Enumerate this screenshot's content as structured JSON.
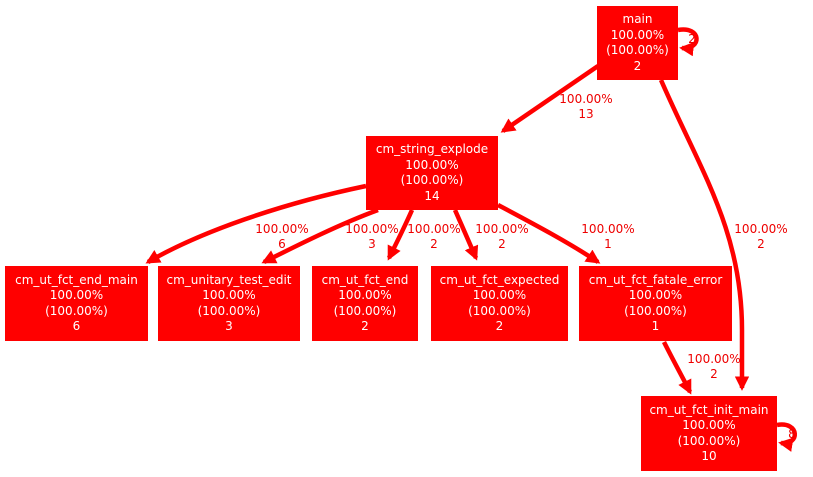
{
  "colors": {
    "node_fill": "#ff0000",
    "edge": "#ff0000",
    "node_text": "#ffffff",
    "edge_text": "#ee0000"
  },
  "nodes": {
    "main": {
      "name": "main",
      "pct": "100.00%",
      "pct2": "(100.00%)",
      "calls": "2"
    },
    "explode": {
      "name": "cm_string_explode",
      "pct": "100.00%",
      "pct2": "(100.00%)",
      "calls": "14"
    },
    "end_main": {
      "name": "cm_ut_fct_end_main",
      "pct": "100.00%",
      "pct2": "(100.00%)",
      "calls": "6"
    },
    "unitary": {
      "name": "cm_unitary_test_edit",
      "pct": "100.00%",
      "pct2": "(100.00%)",
      "calls": "3"
    },
    "fct_end": {
      "name": "cm_ut_fct_end",
      "pct": "100.00%",
      "pct2": "(100.00%)",
      "calls": "2"
    },
    "expected": {
      "name": "cm_ut_fct_expected",
      "pct": "100.00%",
      "pct2": "(100.00%)",
      "calls": "2"
    },
    "fatale": {
      "name": "cm_ut_fct_fatale_error",
      "pct": "100.00%",
      "pct2": "(100.00%)",
      "calls": "1"
    },
    "init_main": {
      "name": "cm_ut_fct_init_main",
      "pct": "100.00%",
      "pct2": "(100.00%)",
      "calls": "10"
    }
  },
  "edges": {
    "main_explode": {
      "pct": "100.00%",
      "calls": "13"
    },
    "main_init": {
      "pct": "100.00%",
      "calls": "2"
    },
    "explode_endmain": {
      "pct": "100.00%",
      "calls": "6"
    },
    "explode_unitary": {
      "pct": "100.00%",
      "calls": "3"
    },
    "explode_fctend": {
      "pct": "100.00%",
      "calls": "2"
    },
    "explode_expected": {
      "pct": "100.00%",
      "calls": "2"
    },
    "explode_fatale": {
      "pct": "100.00%",
      "calls": "1"
    },
    "fatale_init": {
      "pct": "100.00%",
      "calls": "2"
    },
    "main_self": {
      "calls": "2"
    },
    "init_self": {
      "calls": "8"
    }
  }
}
